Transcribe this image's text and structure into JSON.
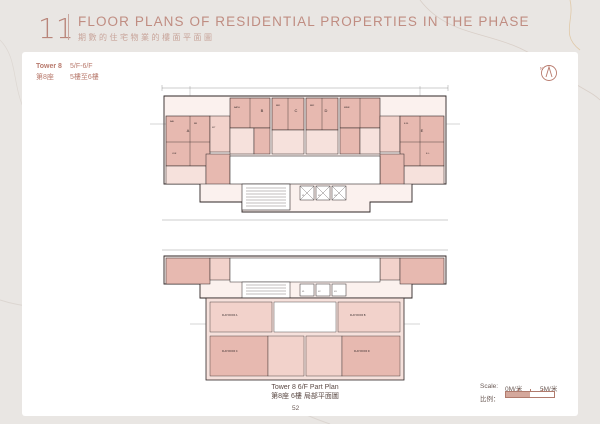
{
  "header": {
    "section_number": "11",
    "title": "FLOOR PLANS OF RESIDENTIAL PROPERTIES IN THE PHASE",
    "subtitle": "期數的住宅物業的樓面平面圖"
  },
  "plan_label": {
    "tower_en": "Tower 8",
    "tower_zh": "第8座",
    "floors_en": "5/F-6/F",
    "floors_zh": "5樓至6樓"
  },
  "compass": {
    "letter": "N"
  },
  "upper_plan": {
    "flats": [
      "A",
      "B",
      "C",
      "D",
      "E"
    ],
    "room_labels": [
      "BAL",
      "BR",
      "LDR",
      "KIT",
      "BATH",
      "BR1",
      "BR2",
      "M/BR",
      "E.M.",
      "E.L.",
      "L1",
      "L2",
      "L3"
    ]
  },
  "lower_plan": {
    "room_labels": [
      "FLAT ROOF A",
      "FLAT ROOF B",
      "FLAT ROOF C",
      "FLAT ROOF D",
      "L1",
      "L2",
      "L3"
    ]
  },
  "caption": {
    "line_en": "Tower 8 6/F Part Plan",
    "line_zh": "第8座 6樓 局部平面圖"
  },
  "scale": {
    "label_en": "Scale:",
    "label_zh": "比例：",
    "start": "0M/米",
    "end": "5M/米"
  },
  "page_number": "52",
  "colors": {
    "accent": "#c08d82",
    "pink_room": "#e7b9b0",
    "light_room": "#f6e1dc",
    "line": "#3a3030"
  }
}
